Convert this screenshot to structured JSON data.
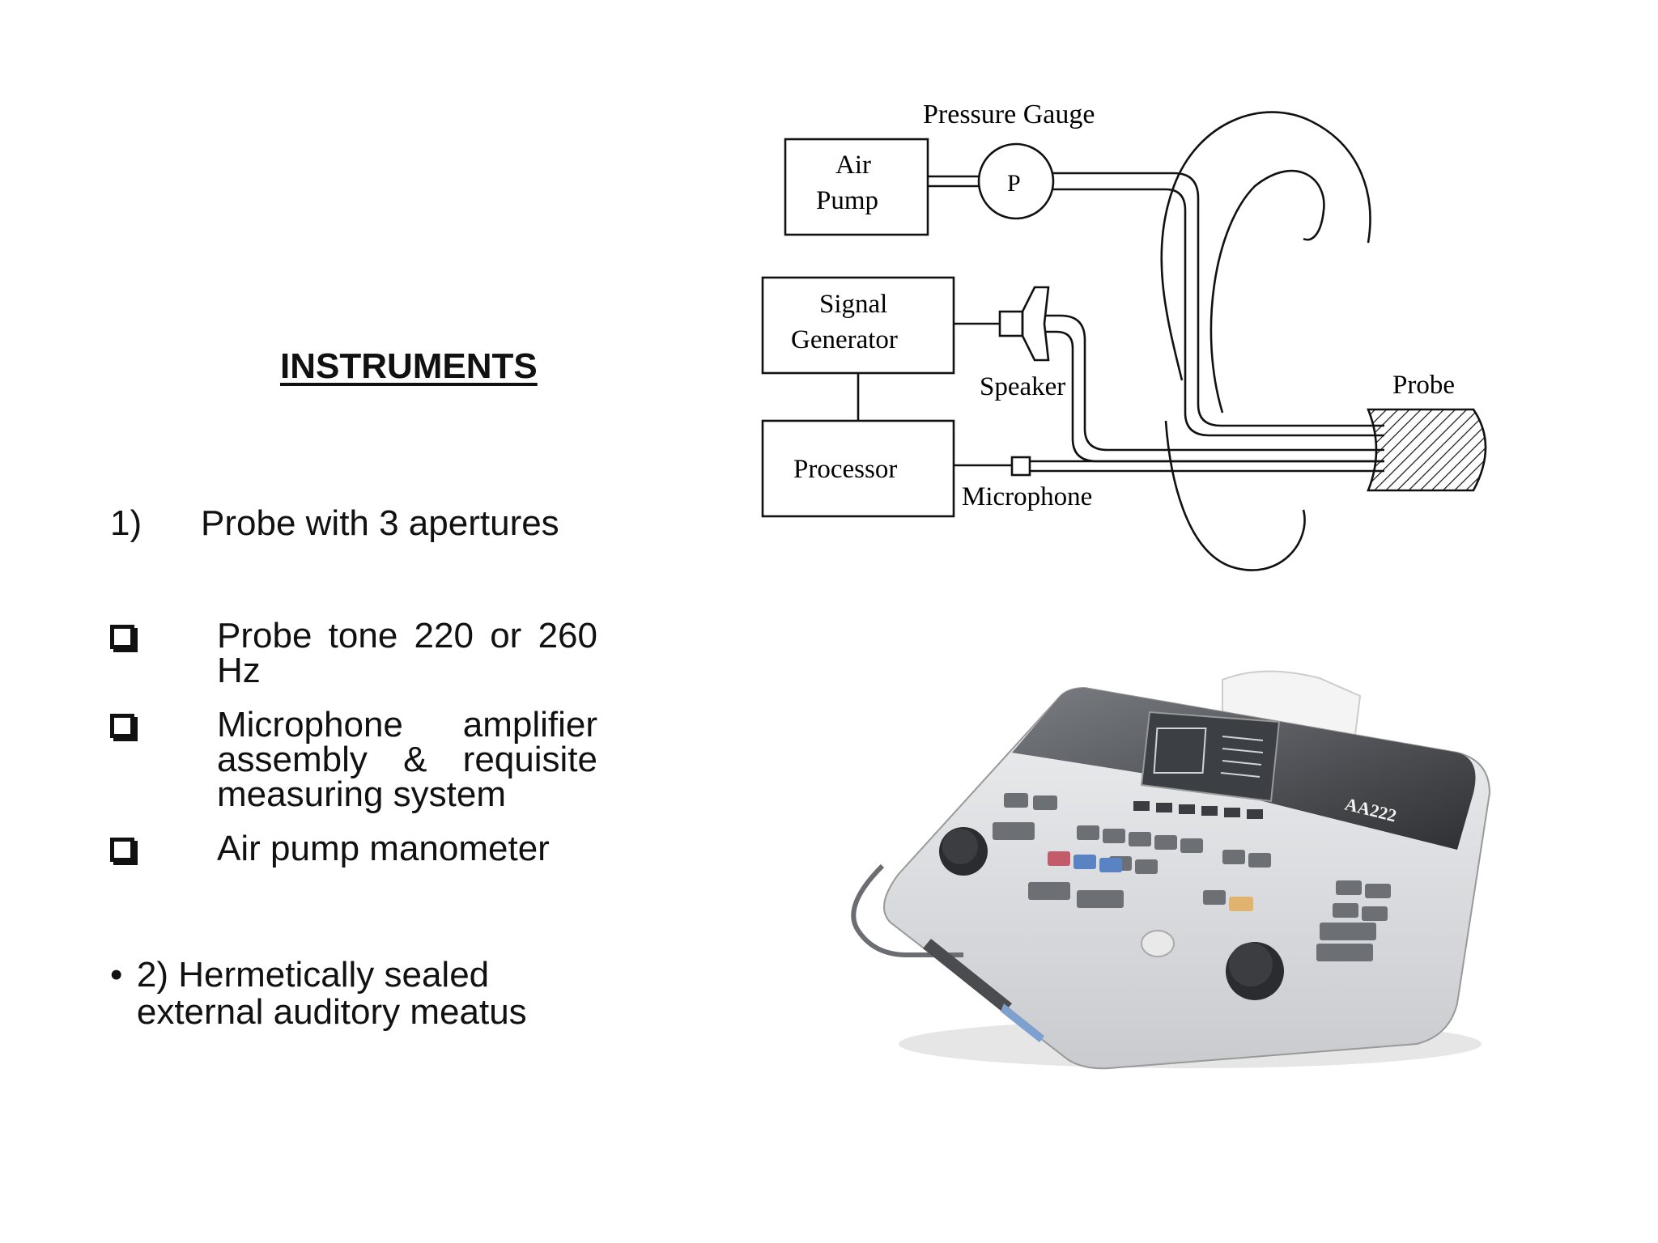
{
  "slide": {
    "title": "INSTRUMENTS",
    "item1": {
      "number": "1)",
      "text": "Probe with 3 apertures"
    },
    "sub_items": [
      "Probe tone 220 or 260 Hz",
      "Microphone amplifier assembly & requisite measuring system",
      "Air pump manometer"
    ],
    "item2": {
      "marker": "•",
      "text": "2) Hermetically sealed external auditory meatus"
    }
  },
  "diagram": {
    "labels": {
      "pressure_gauge": "Pressure Gauge",
      "gauge_symbol": "P",
      "air_pump_line1": "Air",
      "air_pump_line2": "Pump",
      "signal_line1": "Signal",
      "signal_line2": "Generator",
      "processor": "Processor",
      "speaker": "Speaker",
      "microphone": "Microphone",
      "probe": "Probe"
    }
  },
  "device": {
    "model_label": "AA222"
  }
}
